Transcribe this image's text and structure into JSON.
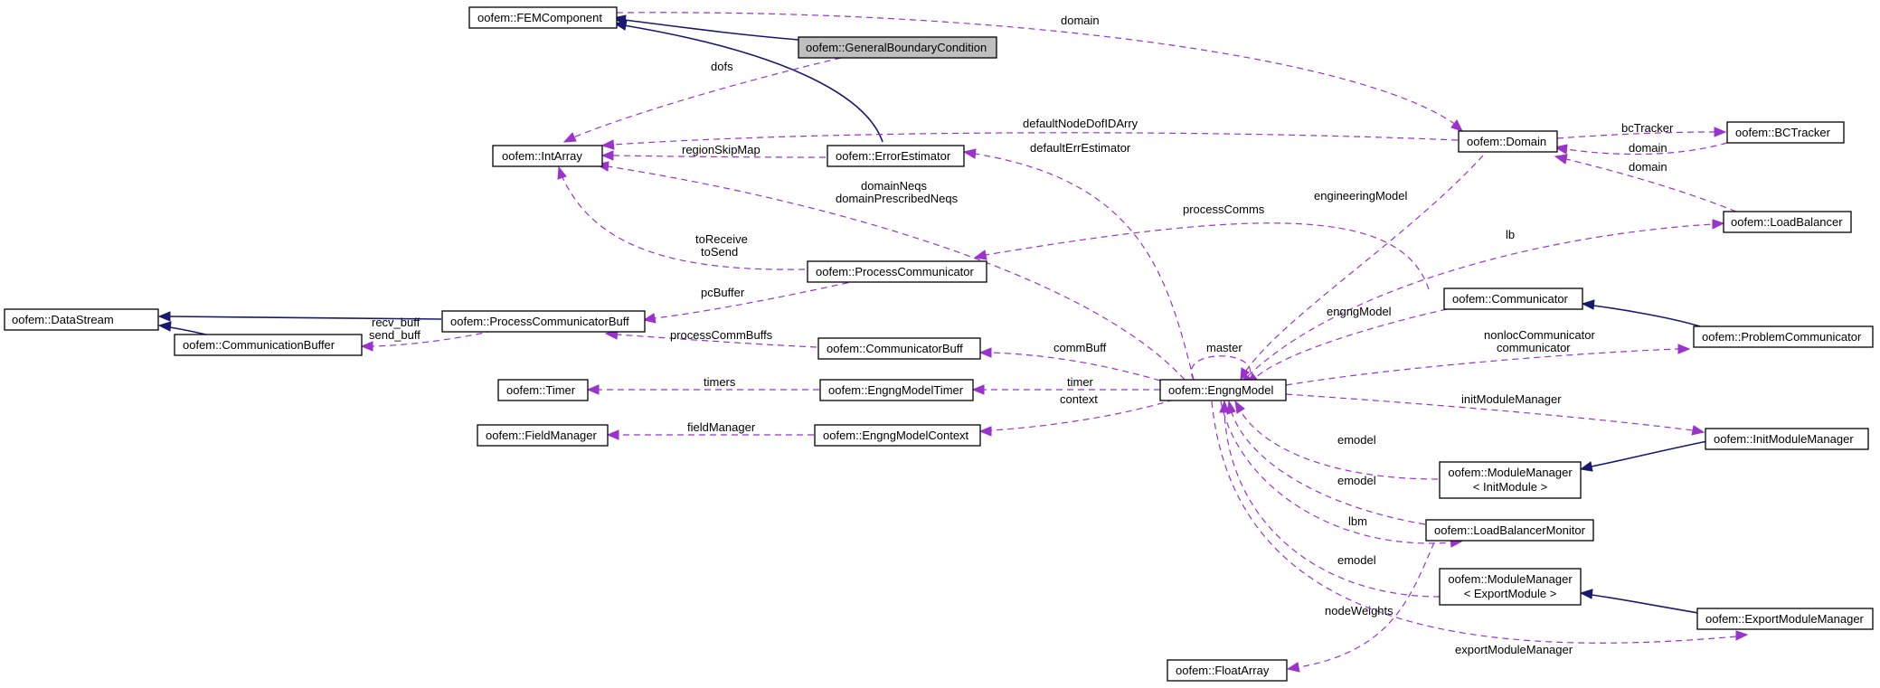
{
  "nodes": {
    "fem_component": "oofem::FEMComponent",
    "general_bc": "oofem::GeneralBoundaryCondition",
    "int_array": "oofem::IntArray",
    "error_estimator": "oofem::ErrorEstimator",
    "domain": "oofem::Domain",
    "bc_tracker": "oofem::BCTracker",
    "load_balancer": "oofem::LoadBalancer",
    "process_communicator": "oofem::ProcessCommunicator",
    "data_stream": "oofem::DataStream",
    "process_communicator_buff": "oofem::ProcessCommunicatorBuff",
    "communication_buffer": "oofem::CommunicationBuffer",
    "communicator": "oofem::Communicator",
    "problem_communicator": "oofem::ProblemCommunicator",
    "communicator_buff": "oofem::CommunicatorBuff",
    "engng_model": "oofem::EngngModel",
    "timer": "oofem::Timer",
    "engng_model_timer": "oofem::EngngModelTimer",
    "field_manager": "oofem::FieldManager",
    "engng_model_context": "oofem::EngngModelContext",
    "init_module_manager": "oofem::InitModuleManager",
    "module_manager_init_l1": "oofem::ModuleManager",
    "module_manager_init_l2": "< InitModule >",
    "load_balancer_monitor": "oofem::LoadBalancerMonitor",
    "module_manager_export_l1": "oofem::ModuleManager",
    "module_manager_export_l2": "< ExportModule >",
    "export_module_manager": "oofem::ExportModuleManager",
    "float_array": "oofem::FloatArray"
  },
  "edge_labels": {
    "domain": "domain",
    "dofs": "dofs",
    "default_node_dof_id_arry": "defaultNodeDofIDArry",
    "region_skip_map": "regionSkipMap",
    "default_err_estimator": "defaultErrEstimator",
    "bc_tracker": "bcTracker",
    "bc_tracker_domain": "domain",
    "lb_domain": "domain",
    "domain_neqs": "domainNeqs",
    "domain_prescribed_neqs": "domainPrescribedNeqs",
    "engineering_model": "engineeringModel",
    "process_comms": "processComms",
    "lb": "lb",
    "to_receive": "toReceive",
    "to_send": "toSend",
    "pc_buffer": "pcBuffer",
    "engng_model_label": "engngModel",
    "recv_buff": "recv_buff",
    "send_buff": "send_buff",
    "process_comm_buffs": "processCommBuffs",
    "comm_buff": "commBuff",
    "master": "master",
    "nonloc_communicator": "nonlocCommunicator",
    "communicator": "communicator",
    "timers": "timers",
    "timer": "timer",
    "field_manager": "fieldManager",
    "context": "context",
    "init_module_manager": "initModuleManager",
    "emodel_1": "emodel",
    "emodel_2": "emodel",
    "lbm": "lbm",
    "emodel_3": "emodel",
    "node_weights": "nodeWeights",
    "export_module_manager": "exportModuleManager"
  },
  "colors": {
    "usage_edge": "#9a32cd",
    "inheritance_edge": "#191970",
    "highlight_fill": "#bfbfbf"
  }
}
